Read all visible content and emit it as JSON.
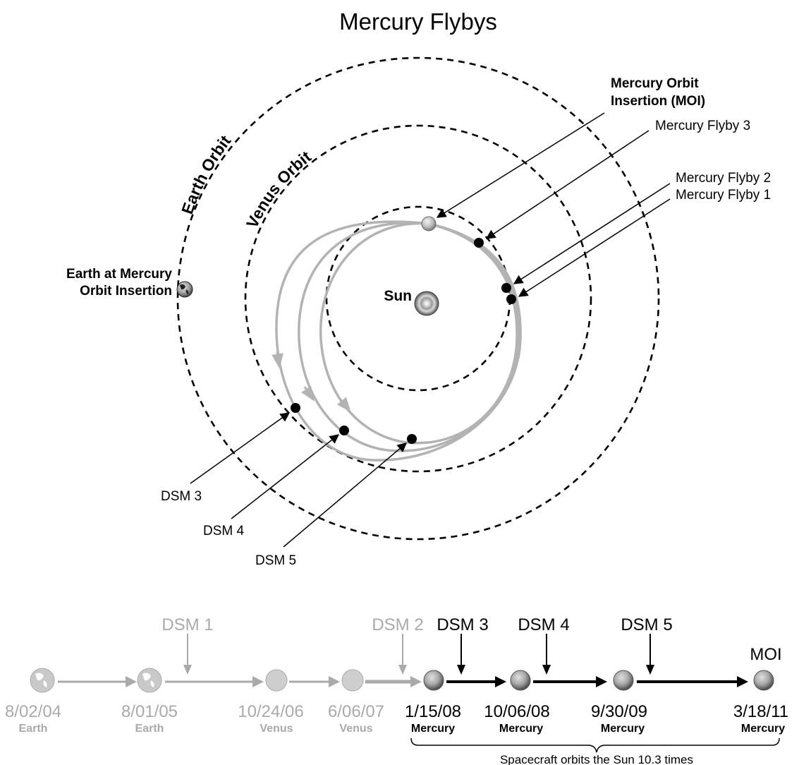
{
  "title": "Mercury Flybys",
  "orbits": {
    "earth": "Earth Orbit",
    "venus": "Venus Orbit"
  },
  "sun_label": "Sun",
  "earth_label": [
    "Earth at Mercury",
    "Orbit Insertion"
  ],
  "callouts": {
    "moi": [
      "Mercury Orbit",
      "Insertion (MOI)"
    ],
    "flyby3": "Mercury Flyby 3",
    "flyby2": "Mercury Flyby 2",
    "flyby1": "Mercury Flyby 1",
    "dsm3": "DSM 3",
    "dsm4": "DSM 4",
    "dsm5": "DSM 5"
  },
  "timeline": {
    "events": [
      {
        "date": "8/02/04",
        "body": "Earth",
        "state": "past"
      },
      {
        "date": "8/01/05",
        "body": "Earth",
        "state": "past"
      },
      {
        "date": "10/24/06",
        "body": "Venus",
        "state": "past"
      },
      {
        "date": "6/06/07",
        "body": "Venus",
        "state": "past"
      },
      {
        "date": "1/15/08",
        "body": "Mercury",
        "state": "current"
      },
      {
        "date": "10/06/08",
        "body": "Mercury",
        "state": "current"
      },
      {
        "date": "9/30/09",
        "body": "Mercury",
        "state": "current"
      },
      {
        "date": "3/18/11",
        "body": "Mercury",
        "state": "current"
      }
    ],
    "maneuvers": [
      {
        "label": "DSM 1",
        "state": "past"
      },
      {
        "label": "DSM 2",
        "state": "past"
      },
      {
        "label": "DSM 3",
        "state": "current"
      },
      {
        "label": "DSM 4",
        "state": "current"
      },
      {
        "label": "DSM 5",
        "state": "current"
      }
    ],
    "moi_label": "MOI",
    "bracket_caption": "Spacecraft orbits the Sun 10.3 times"
  },
  "colors": {
    "past": "#aaaaaa",
    "current": "#000000",
    "trajectory": "#b3b3b3"
  }
}
